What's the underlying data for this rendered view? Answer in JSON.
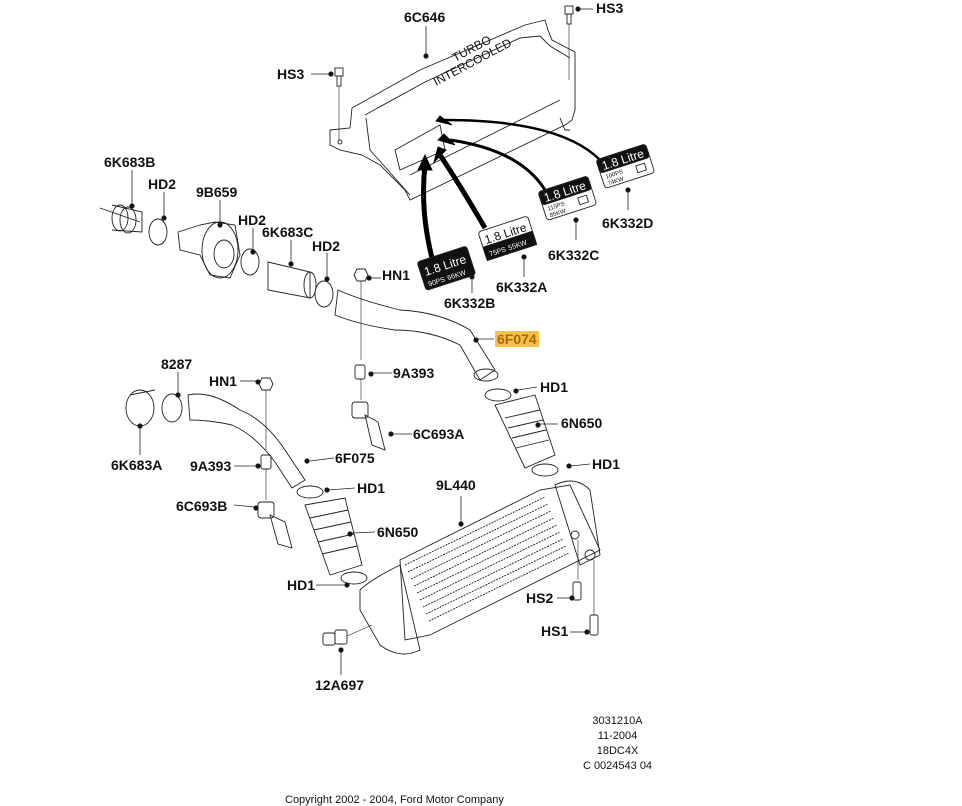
{
  "diagram": {
    "subject": "Turbo intercooler and charge air pipes exploded view",
    "cover_text_line1": "TURBO",
    "cover_text_line2": "INTERCOOLED",
    "badges": [
      {
        "id": "6K332B",
        "title": "1.8 Litre",
        "spec1": "90PS",
        "spec2": "66KW",
        "style": "dark"
      },
      {
        "id": "6K332A",
        "title": "1.8 Litre",
        "spec1": "75PS",
        "spec2": "55KW",
        "style": "split"
      },
      {
        "id": "6K332C",
        "title": "1.8 Litre",
        "spec1": "115PS",
        "spec2": "85KW",
        "style": "dark-top"
      },
      {
        "id": "6K332D",
        "title": "1.8 Litre",
        "spec1": "100PS",
        "spec2": "74KW",
        "style": "dark-top"
      }
    ],
    "callouts": [
      {
        "label": "6C646",
        "name": "callout-6c646"
      },
      {
        "label": "HS3",
        "name": "callout-hs3-right"
      },
      {
        "label": "HS3",
        "name": "callout-hs3-left"
      },
      {
        "label": "6K683B",
        "name": "callout-6k683b"
      },
      {
        "label": "HD2",
        "name": "callout-hd2-a"
      },
      {
        "label": "9B659",
        "name": "callout-9b659"
      },
      {
        "label": "HD2",
        "name": "callout-hd2-b"
      },
      {
        "label": "6K683C",
        "name": "callout-6k683c"
      },
      {
        "label": "HD2",
        "name": "callout-hd2-c"
      },
      {
        "label": "HN1",
        "name": "callout-hn1-upper"
      },
      {
        "label": "6K332B",
        "name": "callout-6k332b"
      },
      {
        "label": "6K332A",
        "name": "callout-6k332a"
      },
      {
        "label": "6K332C",
        "name": "callout-6k332c"
      },
      {
        "label": "6K332D",
        "name": "callout-6k332d"
      },
      {
        "label": "6F074",
        "name": "callout-6f074",
        "highlighted": true
      },
      {
        "label": "8287",
        "name": "callout-8287"
      },
      {
        "label": "HN1",
        "name": "callout-hn1-lower"
      },
      {
        "label": "9A393",
        "name": "callout-9a393-right"
      },
      {
        "label": "HD1",
        "name": "callout-hd1-a"
      },
      {
        "label": "6N650",
        "name": "callout-6n650-right"
      },
      {
        "label": "6C693A",
        "name": "callout-6c693a"
      },
      {
        "label": "6K683A",
        "name": "callout-6k683a"
      },
      {
        "label": "9A393",
        "name": "callout-9a393-left"
      },
      {
        "label": "6F075",
        "name": "callout-6f075"
      },
      {
        "label": "HD1",
        "name": "callout-hd1-b"
      },
      {
        "label": "9L440",
        "name": "callout-9l440"
      },
      {
        "label": "HD1",
        "name": "callout-hd1-c"
      },
      {
        "label": "6C693B",
        "name": "callout-6c693b"
      },
      {
        "label": "HD1",
        "name": "callout-hd1-d"
      },
      {
        "label": "6N650",
        "name": "callout-6n650-left"
      },
      {
        "label": "HD1",
        "name": "callout-hd1-e"
      },
      {
        "label": "HS2",
        "name": "callout-hs2"
      },
      {
        "label": "HS1",
        "name": "callout-hs1"
      },
      {
        "label": "12A697",
        "name": "callout-12a697"
      }
    ],
    "highlight_color": "#f7c04a"
  },
  "meta": {
    "drawing_number": "3031210A",
    "date": "11-2004",
    "model_code": "18DC4X",
    "catalogue_ref": "C 0024543 04"
  },
  "footer": {
    "copyright": "Copyright 2002 - 2004, Ford Motor Company"
  }
}
